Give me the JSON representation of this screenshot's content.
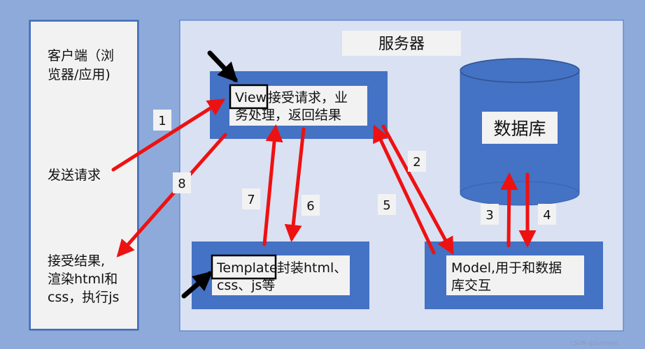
{
  "client": {
    "title_line1": "客户端（浏",
    "title_line2": "览器/应用)",
    "send": "发送请求",
    "receive_line1": "接受结果,",
    "receive_line2": "渲染html和",
    "receive_line3": "css，执行js"
  },
  "server": {
    "title": "服务器",
    "view": {
      "keyword": "View",
      "line1_rest": "接受请求，业",
      "line2": "务处理，返回结果"
    },
    "template": {
      "keyword": "Template",
      "line1_rest": "封装html、",
      "line2": "css、js等"
    },
    "model": {
      "line1": "Model,用于和数据",
      "line2": "库交互"
    },
    "database": "数据库"
  },
  "step_labels": {
    "s1": "1",
    "s2": "2",
    "s3": "3",
    "s4": "4",
    "s5": "5",
    "s6": "6",
    "s7": "7",
    "s8": "8"
  },
  "watermark": "CSDN @Sunnyos.",
  "colors": {
    "background": "#8eaadb",
    "panel": "#d9e1f2",
    "client_panel": "#f2f2f2",
    "box_blue": "#4472c4",
    "arrow_red": "#ee1111"
  }
}
